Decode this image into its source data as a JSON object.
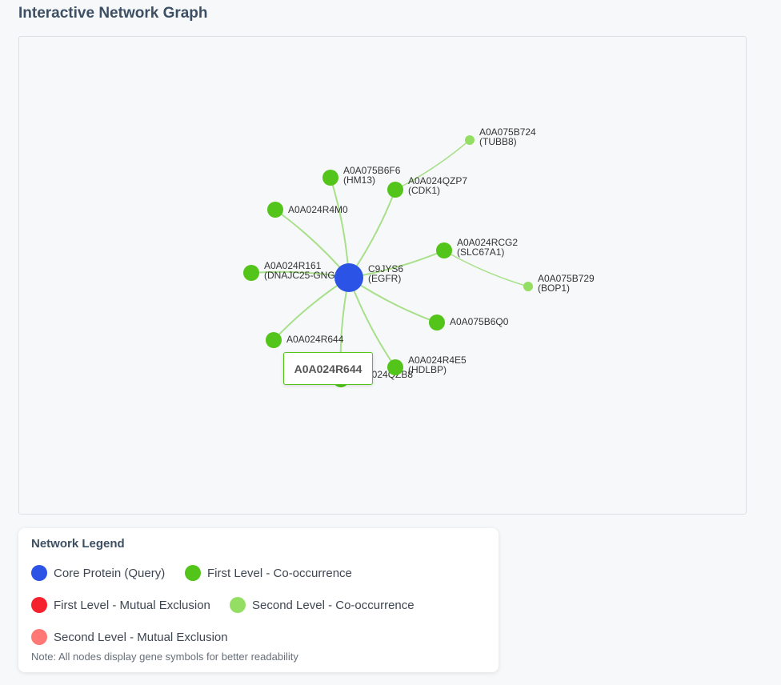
{
  "page": {
    "title": "Interactive Network Graph"
  },
  "colors": {
    "core": "#2b54e6",
    "first_cooccurrence": "#52c41a",
    "second_cooccurrence": "#95de64",
    "first_mutual_exclusion": "#f5222d",
    "second_mutual_exclusion": "#ff7875",
    "edge": "#a8e08a"
  },
  "graph": {
    "nodes": [
      {
        "id": "C9JYS6",
        "line1": "C9JYS6",
        "line2": "(EGFR)",
        "level": "core"
      },
      {
        "id": "A0A075B6F6",
        "line1": "A0A075B6F6",
        "line2": "(HM13)",
        "level": "first"
      },
      {
        "id": "A0A024QZP7",
        "line1": "A0A024QZP7",
        "line2": "(CDK1)",
        "level": "first"
      },
      {
        "id": "A0A024R4M0",
        "line1": "A0A024R4M0",
        "line2": "",
        "level": "first"
      },
      {
        "id": "A0A024R161",
        "line1": "A0A024R161",
        "line2": "(DNAJC25-GNG10)",
        "level": "first"
      },
      {
        "id": "A0A024RCG2",
        "line1": "A0A024RCG2",
        "line2": "(SLC67A1)",
        "level": "first"
      },
      {
        "id": "A0A075B6Q0",
        "line1": "A0A075B6Q0",
        "line2": "",
        "level": "first"
      },
      {
        "id": "A0A024R644",
        "line1": "A0A024R644",
        "line2": "",
        "level": "first"
      },
      {
        "id": "A0A024QZB8",
        "line1": "A0A024QZB8",
        "line2": "",
        "level": "first"
      },
      {
        "id": "A0A024R4E5",
        "line1": "A0A024R4E5",
        "line2": "(HDLBP)",
        "level": "first"
      },
      {
        "id": "A0A075B724",
        "line1": "A0A075B724",
        "line2": "(TUBB8)",
        "level": "second"
      },
      {
        "id": "A0A075B729",
        "line1": "A0A075B729",
        "line2": "(BOP1)",
        "level": "second"
      }
    ],
    "edges": [
      {
        "source": "C9JYS6",
        "target": "A0A075B6F6"
      },
      {
        "source": "C9JYS6",
        "target": "A0A024QZP7"
      },
      {
        "source": "C9JYS6",
        "target": "A0A024R4M0"
      },
      {
        "source": "C9JYS6",
        "target": "A0A024R161"
      },
      {
        "source": "C9JYS6",
        "target": "A0A024RCG2"
      },
      {
        "source": "C9JYS6",
        "target": "A0A075B6Q0"
      },
      {
        "source": "C9JYS6",
        "target": "A0A024R644"
      },
      {
        "source": "C9JYS6",
        "target": "A0A024QZB8"
      },
      {
        "source": "C9JYS6",
        "target": "A0A024R4E5"
      },
      {
        "source": "A0A024QZP7",
        "target": "A0A075B724"
      },
      {
        "source": "A0A024RCG2",
        "target": "A0A075B729"
      }
    ],
    "tooltip": "A0A024R644"
  },
  "legend": {
    "title": "Network Legend",
    "items": [
      {
        "label": "Core Protein (Query)",
        "color": "#2b54e6"
      },
      {
        "label": "First Level - Co-occurrence",
        "color": "#52c41a"
      },
      {
        "label": "First Level - Mutual Exclusion",
        "color": "#f5222d"
      },
      {
        "label": "Second Level - Co-occurrence",
        "color": "#95de64"
      },
      {
        "label": "Second Level - Mutual Exclusion",
        "color": "#ff7875"
      }
    ],
    "note": "Note: All nodes display gene symbols for better readability"
  }
}
